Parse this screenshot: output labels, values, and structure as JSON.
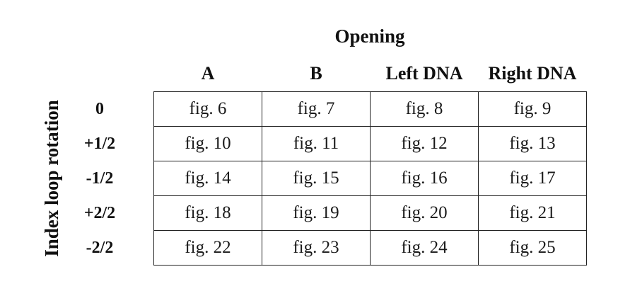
{
  "header": {
    "title": "Opening",
    "columns": [
      "A",
      "B",
      "Left DNA",
      "Right DNA"
    ]
  },
  "side": {
    "title": "Index loop rotation",
    "rows": [
      "0",
      "+1/2",
      "-1/2",
      "+2/2",
      "-2/2"
    ]
  },
  "table": {
    "cells": [
      [
        "fig. 6",
        "fig. 7",
        "fig. 8",
        "fig. 9"
      ],
      [
        "fig. 10",
        "fig. 11",
        "fig. 12",
        "fig. 13"
      ],
      [
        "fig. 14",
        "fig. 15",
        "fig. 16",
        "fig. 17"
      ],
      [
        "fig. 18",
        "fig. 19",
        "fig. 20",
        "fig. 21"
      ],
      [
        "fig. 22",
        "fig. 23",
        "fig. 24",
        "fig. 25"
      ]
    ]
  }
}
